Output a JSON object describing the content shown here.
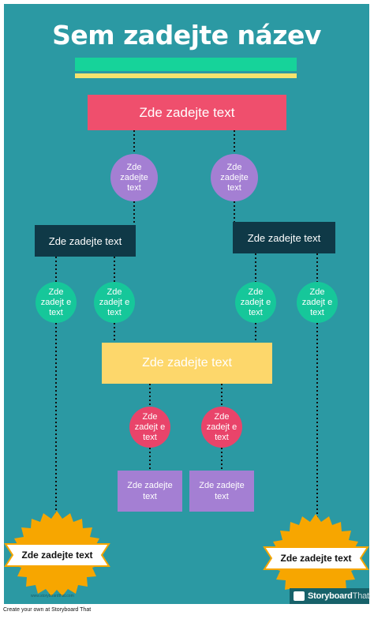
{
  "title": "Sem zadejte název",
  "top_box": "Zde zadejte text",
  "level1_circles": [
    "Zde zadejte text",
    "Zde zadejte text"
  ],
  "level2_boxes": [
    "Zde zadejte text",
    "Zde zadejte text"
  ],
  "level2_circles": [
    "Zde zadejt e text",
    "Zde zadejt e text",
    "Zde zadejt e text",
    "Zde zadejt e text"
  ],
  "center_box": "Zde zadejte text",
  "level3_circles": [
    "Zde zadejt e text",
    "Zde zadejt e text"
  ],
  "bottom_boxes": [
    "Zde zadejte text",
    "Zde zadejte text"
  ],
  "end_badges": [
    "Zde zadejte text",
    "Zde zadejte text"
  ],
  "watermark_small": "www.storyboardthat.com",
  "logo": {
    "main": "Storyboard",
    "suffix": "That"
  },
  "footer": "Create your own at Storyboard That",
  "colors": {
    "background": "#2b99a3",
    "pink": "#ef4f6d",
    "navy": "#0f3947",
    "yellow": "#fdd76b",
    "purple": "#a47fd3",
    "green": "#16c79a",
    "red": "#e9446a",
    "badge": "#f7a600"
  }
}
